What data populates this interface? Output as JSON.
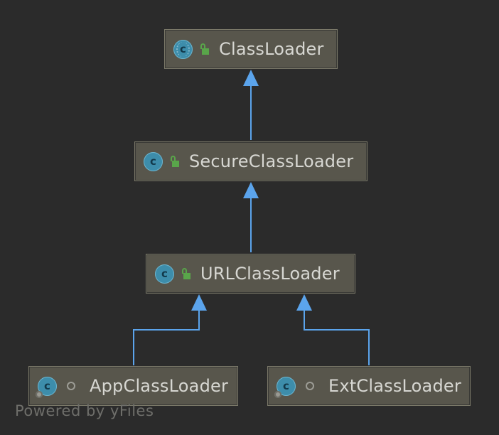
{
  "diagram": {
    "nodes": [
      {
        "id": "classloader",
        "label": "ClassLoader",
        "icon": "abstract-class-icon",
        "visibility": "public"
      },
      {
        "id": "secureclassloader",
        "label": "SecureClassLoader",
        "icon": "class-icon",
        "visibility": "public"
      },
      {
        "id": "urlclassloader",
        "label": "URLClassLoader",
        "icon": "class-icon",
        "visibility": "public"
      },
      {
        "id": "appclassloader",
        "label": "AppClassLoader",
        "icon": "static-class-icon",
        "visibility": "package-private"
      },
      {
        "id": "extclassloader",
        "label": "ExtClassLoader",
        "icon": "static-class-icon",
        "visibility": "package-private"
      }
    ],
    "edges": [
      {
        "from": "secureclassloader",
        "to": "classloader",
        "type": "extends"
      },
      {
        "from": "urlclassloader",
        "to": "secureclassloader",
        "type": "extends"
      },
      {
        "from": "appclassloader",
        "to": "urlclassloader",
        "type": "extends"
      },
      {
        "from": "extclassloader",
        "to": "urlclassloader",
        "type": "extends"
      }
    ]
  },
  "icon_letter": "c",
  "watermark": "Powered by yFiles",
  "colors": {
    "background": "#2b2b2b",
    "node_fill": "#58564c",
    "node_border": "#7a7868",
    "edge": "#5ba4ec",
    "class_icon": "#3d8dab",
    "public_lock": "#59a54a",
    "label": "#d7d7d2"
  }
}
